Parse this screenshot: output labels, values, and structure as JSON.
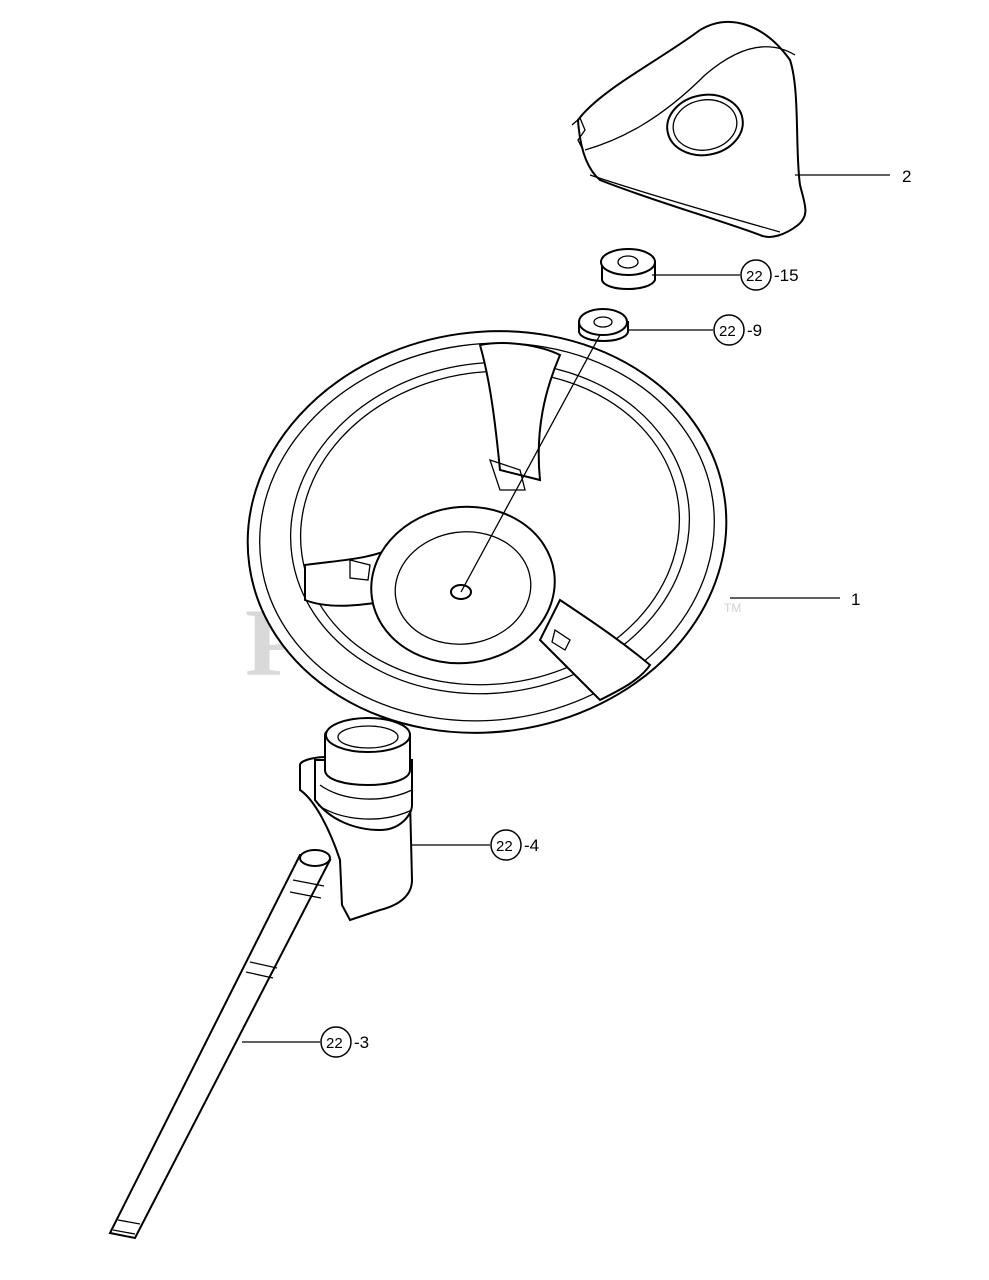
{
  "watermark": {
    "text": "PartsTree",
    "tm": "TM"
  },
  "callouts": {
    "c1": {
      "text": "1"
    },
    "c2": {
      "text": "2"
    },
    "c22_15": {
      "circle": "22",
      "suffix": "-15"
    },
    "c22_9": {
      "circle": "22",
      "suffix": "-9"
    },
    "c22_4": {
      "circle": "22",
      "suffix": "-4"
    },
    "c22_3": {
      "circle": "22",
      "suffix": "-3"
    }
  }
}
